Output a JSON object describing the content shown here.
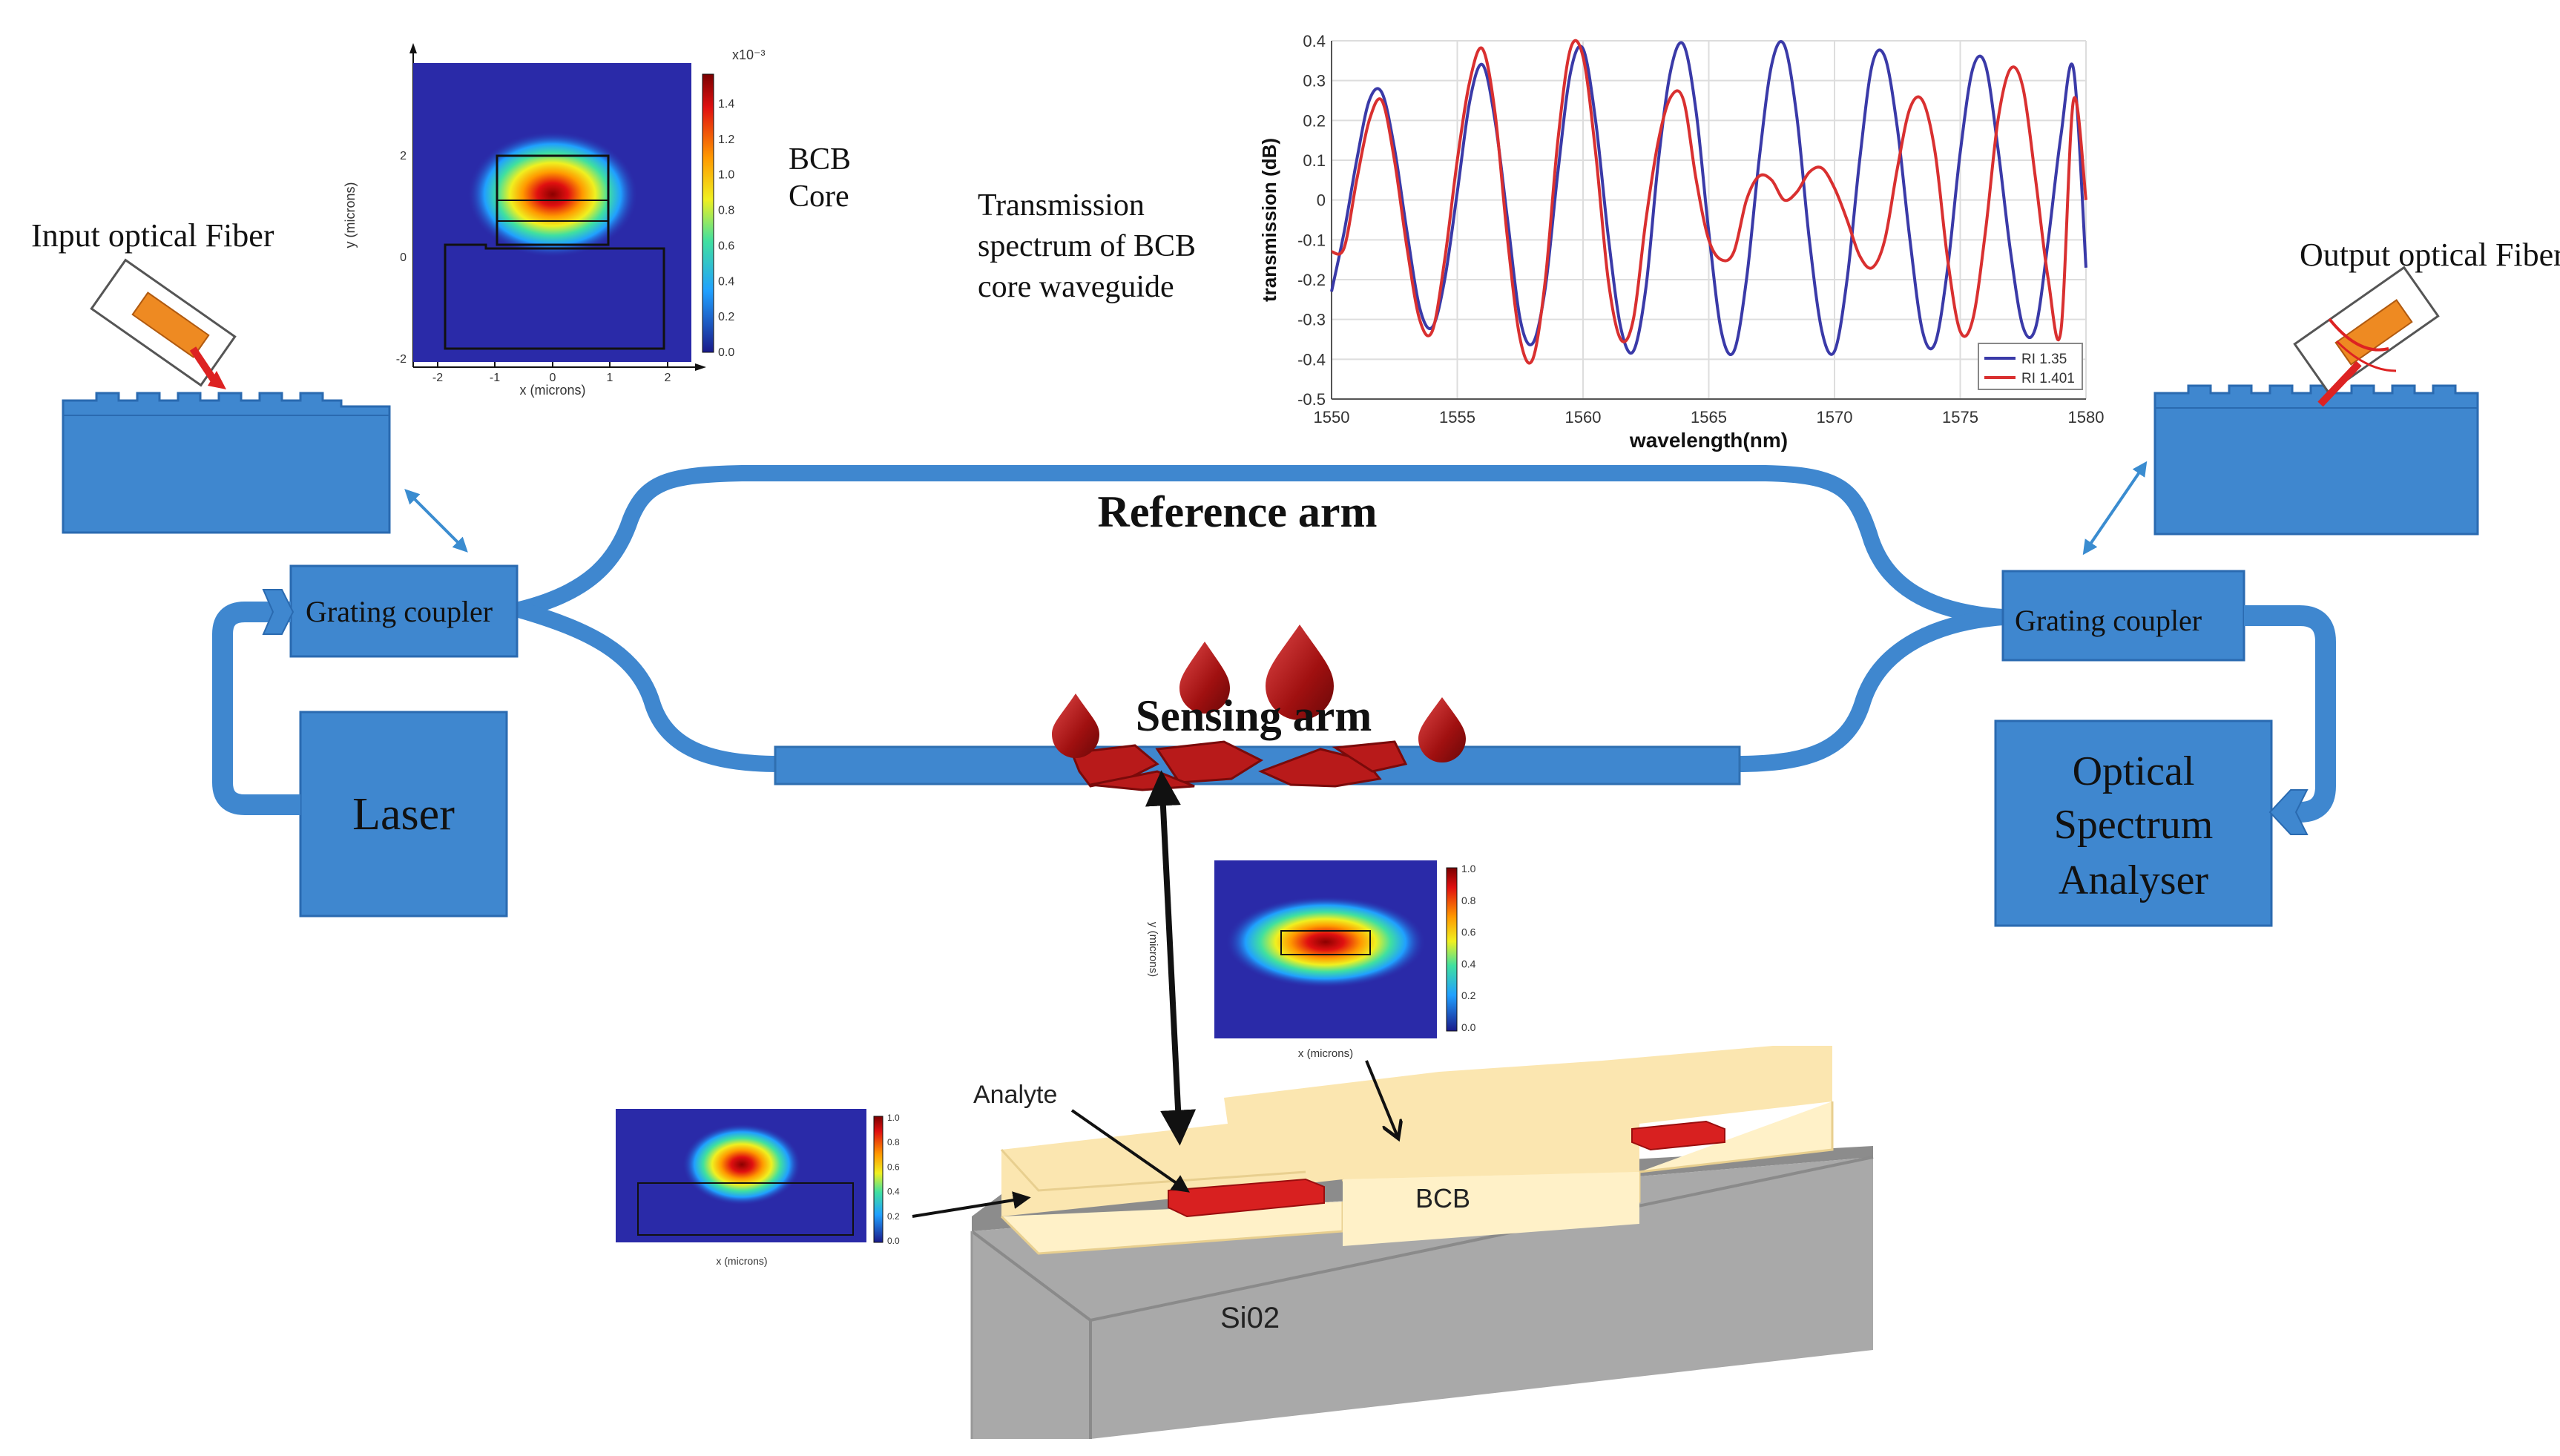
{
  "labels": {
    "input_fiber": "Input optical Fiber",
    "output_fiber": "Output optical Fiber",
    "bcb_core_line1": "BCB",
    "bcb_core_line2": "Core",
    "transmission_line1": "Transmission",
    "transmission_line2": "spectrum of BCB",
    "transmission_line3": "core waveguide",
    "reference_arm": "Reference arm",
    "sensing_arm": "Sensing arm",
    "grating_coupler_left": "Grating coupler",
    "grating_coupler_right": "Grating coupler",
    "laser": "Laser",
    "osa_line1": "Optical",
    "osa_line2": "Spectrum",
    "osa_line3": "Analyser",
    "analyte": "Analyte",
    "bcb": "BCB",
    "sio2": "Si02"
  },
  "mode_plot_main": {
    "xlabel": "x (microns)",
    "ylabel": "y (microns)",
    "xticks": [
      "-2",
      "-1",
      "0",
      "1",
      "2"
    ],
    "yticks": [
      "2",
      "0",
      "-2"
    ],
    "colorbar_ticks": [
      "1.4",
      "1.2",
      "1.0",
      "0.8",
      "0.6",
      "0.4",
      "0.2",
      "0.0"
    ],
    "colorbar_scale": "x10⁻³"
  },
  "mode_plot_small_1": {
    "xlabel": "x (microns)",
    "ylabel": "y (microns)",
    "colorbar_ticks": [
      "1.0",
      "0.8",
      "0.6",
      "0.4",
      "0.2",
      "0.0"
    ]
  },
  "mode_plot_small_2": {
    "xlabel": "x (microns)",
    "colorbar_ticks": [
      "1.0",
      "0.8",
      "0.6",
      "0.4",
      "0.2",
      "0.0"
    ]
  },
  "chart_data": {
    "type": "line",
    "xlabel": "wavelength(nm)",
    "ylabel": "transmission (dB)",
    "xlim": [
      1550,
      1580
    ],
    "ylim": [
      -0.5,
      0.4
    ],
    "xticks": [
      1550,
      1555,
      1560,
      1565,
      1570,
      1575,
      1580
    ],
    "yticks": [
      0.4,
      0.3,
      0.2,
      0.1,
      0,
      -0.1,
      -0.2,
      -0.3,
      -0.4,
      -0.5
    ],
    "ytick_labels": [
      "0.4",
      "0.3",
      "0.2",
      "0.1",
      "0",
      "-0.1",
      "-0.2",
      "-0.3",
      "-0.4",
      "-0.5"
    ],
    "legend_position": "bottom-right",
    "grid": true,
    "series": [
      {
        "name": "RI 1.35",
        "color": "#3a3aa8",
        "x": [
          1550.0,
          1550.5,
          1551.0,
          1551.5,
          1552.0,
          1552.5,
          1553.0,
          1553.5,
          1554.0,
          1554.5,
          1555.0,
          1555.5,
          1556.0,
          1556.5,
          1557.0,
          1557.5,
          1558.0,
          1558.5,
          1559.0,
          1559.5,
          1560.0,
          1560.5,
          1561.0,
          1561.5,
          1562.0,
          1562.5,
          1563.0,
          1563.5,
          1564.0,
          1564.5,
          1565.0,
          1565.5,
          1566.0,
          1566.5,
          1567.0,
          1567.5,
          1568.0,
          1568.5,
          1569.0,
          1569.5,
          1570.0,
          1570.5,
          1571.0,
          1571.5,
          1572.0,
          1572.5,
          1573.0,
          1573.5,
          1574.0,
          1574.5,
          1575.0,
          1575.5,
          1576.0,
          1576.5,
          1577.0,
          1577.5,
          1578.0,
          1578.5,
          1579.0,
          1579.5,
          1580.0
        ],
        "y": [
          -0.23,
          -0.08,
          0.1,
          0.25,
          0.27,
          0.13,
          -0.08,
          -0.27,
          -0.32,
          -0.2,
          0.02,
          0.25,
          0.34,
          0.2,
          -0.05,
          -0.3,
          -0.36,
          -0.22,
          0.07,
          0.32,
          0.38,
          0.2,
          -0.09,
          -0.32,
          -0.38,
          -0.22,
          0.1,
          0.33,
          0.39,
          0.22,
          -0.08,
          -0.33,
          -0.38,
          -0.2,
          0.1,
          0.34,
          0.39,
          0.21,
          -0.1,
          -0.33,
          -0.38,
          -0.2,
          0.1,
          0.34,
          0.36,
          0.18,
          -0.1,
          -0.33,
          -0.36,
          -0.17,
          0.12,
          0.33,
          0.34,
          0.13,
          -0.13,
          -0.32,
          -0.32,
          -0.1,
          0.16,
          0.33,
          -0.17
        ]
      },
      {
        "name": "RI 1.401",
        "color": "#d93030",
        "x": [
          1550.0,
          1550.5,
          1551.0,
          1551.5,
          1552.0,
          1552.5,
          1553.0,
          1553.5,
          1554.0,
          1554.5,
          1555.0,
          1555.5,
          1556.0,
          1556.5,
          1557.0,
          1557.5,
          1558.0,
          1558.5,
          1559.0,
          1559.5,
          1560.0,
          1560.5,
          1561.0,
          1561.5,
          1562.0,
          1562.5,
          1563.0,
          1563.5,
          1564.0,
          1564.5,
          1565.0,
          1565.5,
          1566.0,
          1566.5,
          1567.0,
          1567.5,
          1568.0,
          1568.5,
          1569.0,
          1569.5,
          1570.0,
          1570.5,
          1571.0,
          1571.5,
          1572.0,
          1572.5,
          1573.0,
          1573.5,
          1574.0,
          1574.5,
          1575.0,
          1575.5,
          1576.0,
          1576.5,
          1577.0,
          1577.5,
          1578.0,
          1578.5,
          1579.0,
          1579.5,
          1580.0
        ],
        "y": [
          -0.13,
          -0.12,
          0.05,
          0.2,
          0.25,
          0.1,
          -0.12,
          -0.3,
          -0.33,
          -0.15,
          0.1,
          0.3,
          0.38,
          0.22,
          -0.1,
          -0.35,
          -0.4,
          -0.2,
          0.15,
          0.38,
          0.36,
          0.12,
          -0.2,
          -0.35,
          -0.3,
          -0.05,
          0.15,
          0.26,
          0.25,
          0.05,
          -0.1,
          -0.15,
          -0.13,
          0.0,
          0.06,
          0.05,
          0.0,
          0.02,
          0.07,
          0.08,
          0.03,
          -0.05,
          -0.14,
          -0.17,
          -0.1,
          0.08,
          0.23,
          0.25,
          0.12,
          -0.15,
          -0.33,
          -0.3,
          -0.08,
          0.2,
          0.33,
          0.28,
          0.05,
          -0.2,
          -0.33,
          0.25,
          0.0
        ]
      }
    ]
  }
}
